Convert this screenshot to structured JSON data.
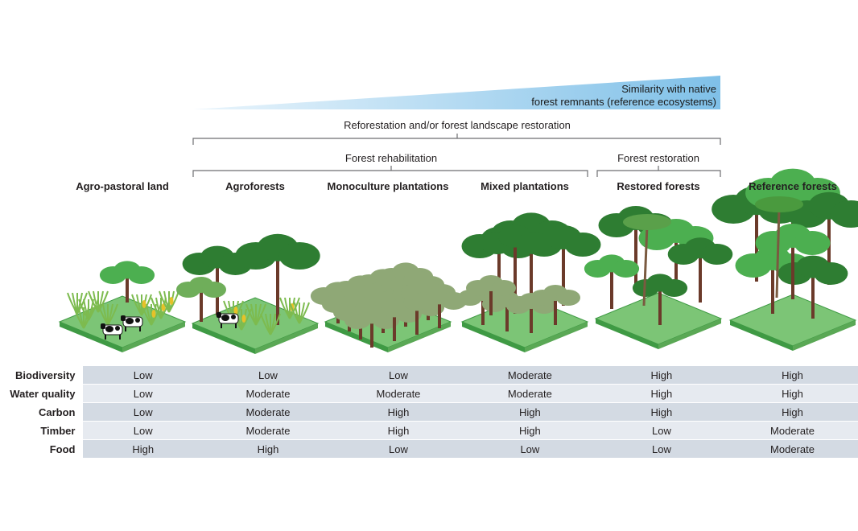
{
  "gradient": {
    "line1": "Similarity with native",
    "line2": "forest remnants (reference ecosystems)"
  },
  "brackets": {
    "reforestation": "Reforestation and/or forest landscape restoration",
    "rehabilitation": "Forest rehabilitation",
    "restoration": "Forest restoration"
  },
  "columns": [
    "Agro-pastoral land",
    "Agroforests",
    "Monoculture plantations",
    "Mixed plantations",
    "Restored forests",
    "Reference forests"
  ],
  "colors": {
    "ground": "#7cc576",
    "ground_edge": "#3f9a44",
    "canopy_dark": "#2e7d32",
    "canopy_mid": "#4caf50",
    "canopy_sage": "#8fa876",
    "trunk": "#6b3a2a",
    "crop": "#7dbb4f",
    "corn": "#e6c229"
  },
  "metrics": [
    {
      "label": "Biodiversity",
      "values": [
        "Low",
        "Low",
        "Low",
        "Moderate",
        "High",
        "High"
      ]
    },
    {
      "label": "Water quality",
      "values": [
        "Low",
        "Moderate",
        "Moderate",
        "Moderate",
        "High",
        "High"
      ]
    },
    {
      "label": "Carbon",
      "values": [
        "Low",
        "Moderate",
        "High",
        "High",
        "High",
        "High"
      ]
    },
    {
      "label": "Timber",
      "values": [
        "Low",
        "Moderate",
        "High",
        "High",
        "Low",
        "Moderate"
      ]
    },
    {
      "label": "Food",
      "values": [
        "High",
        "High",
        "Low",
        "Low",
        "Low",
        "Moderate"
      ]
    }
  ]
}
